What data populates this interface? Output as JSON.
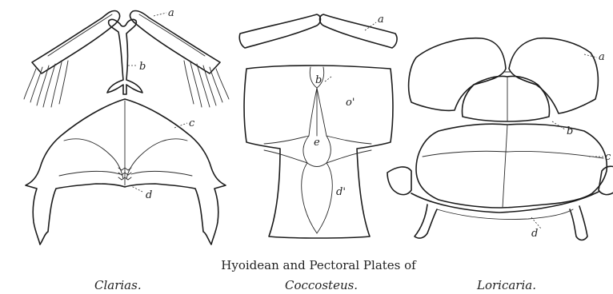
{
  "caption": {
    "main": "Hyoidean and Pectoral Plates of",
    "genera": [
      "Clarias.",
      "Coccosteus.",
      "Loricaria."
    ]
  },
  "labels": {
    "clarias": [
      "a",
      "b",
      "c",
      "d"
    ],
    "coccosteus": [
      "a",
      "b",
      "o'",
      "e",
      "d'"
    ],
    "loricaria": [
      "a",
      "b",
      "c",
      "d"
    ]
  }
}
